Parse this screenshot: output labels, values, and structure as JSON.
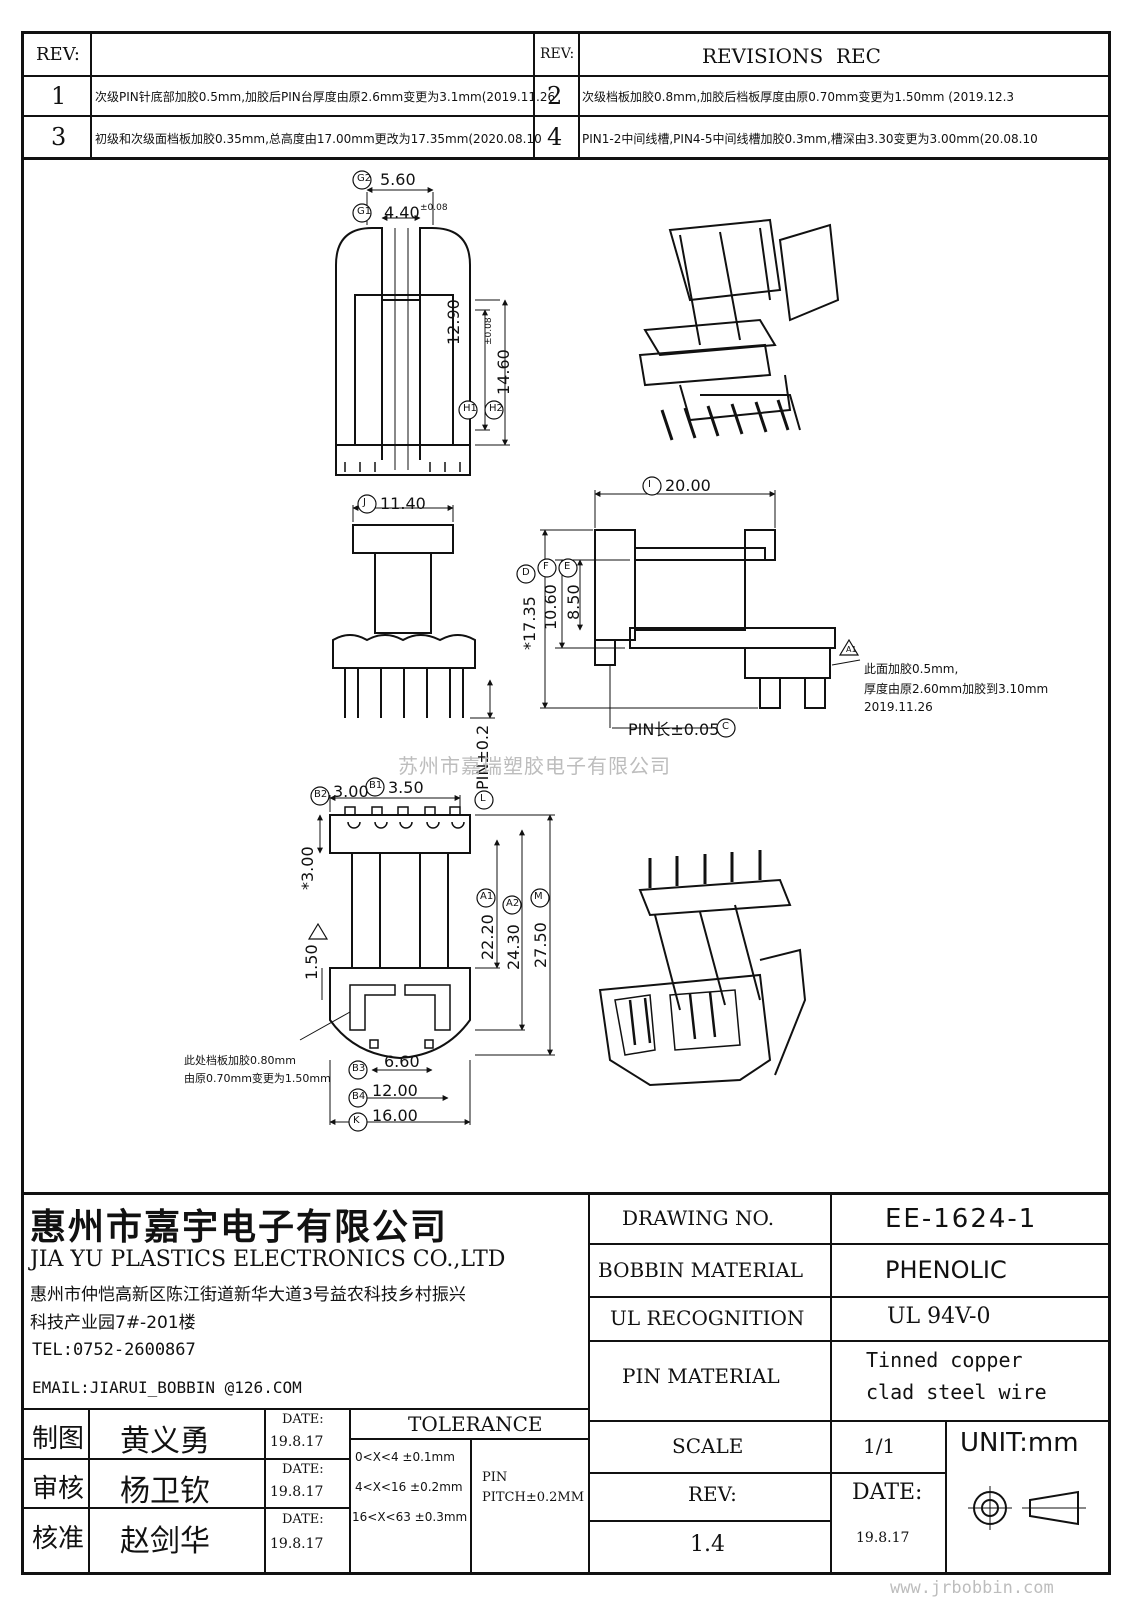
{
  "revisions": {
    "rev_label": "REV:",
    "rev_label2": "REV:",
    "header_title": "REVISIONS",
    "header_rec": "REC",
    "rows": [
      {
        "no": "1",
        "text": "次级PIN针底部加胶0.5mm,加胶后PIN台厚度由原2.6mm变更为3.1mm(2019.11.26"
      },
      {
        "no": "2",
        "text": "次级档板加胶0.8mm,加胶后档板厚度由原0.70mm变更为1.50mm (2019.12.3"
      },
      {
        "no": "3",
        "text": "初级和次级面档板加胶0.35mm,总高度由17.00mm更改为17.35mm(2020.08.10"
      },
      {
        "no": "4",
        "text": "PIN1-2中间线槽,PIN4-5中间线槽加胶0.3mm,槽深由3.30变更为3.00mm(20.08.10"
      }
    ]
  },
  "drawing": {
    "top_view": {
      "g2": "G2",
      "g2_value": "5.60",
      "g1": "G1",
      "g1_value": "4.40",
      "g1_tol": "±0.08",
      "h1": "H1",
      "h1_value": "12.90",
      "h1_tol": "±0.08",
      "h2": "H2",
      "h2_value": "14.60"
    },
    "front_view": {
      "j": "J",
      "j_value": "11.40",
      "pin_label": "PIN±0.2"
    },
    "side_view": {
      "i": "I",
      "i_value": "20.00",
      "d": "D",
      "d_value": "*17.35",
      "f": "F",
      "f_value": "10.60",
      "e": "E",
      "e_value": "8.50",
      "c": "C",
      "pin_len": "PIN长±0.05",
      "a1_flag": "A1",
      "note_line1": "此面加胶0.5mm,",
      "note_line2": "厚度由原2.60mm加胶到3.10mm",
      "note_date": "2019.11.26"
    },
    "bottom_view": {
      "b2": "B2",
      "b2_value": "3.00",
      "b1": "B1",
      "b1_value": "3.50",
      "l": "L",
      "side_3": "*3.00",
      "flag_150": "1.50",
      "a1": "A1",
      "a1_value": "22.20",
      "a2": "A2",
      "a2_value": "24.30",
      "m": "M",
      "m_value": "27.50",
      "b3": "B3",
      "b3_value": "6.60",
      "b4": "B4",
      "b4_value": "12.00",
      "k": "K",
      "k_value": "16.00",
      "note_line1": "此处档板加胶0.80mm",
      "note_line2": "由原0.70mm变更为1.50mm"
    },
    "watermark": "苏州市嘉瑞塑胶电子有限公司"
  },
  "title_block": {
    "company_cn": "惠州市嘉宇电子有限公司",
    "company_en": "JIA YU PLASTICS ELECTRONICS CO.,LTD",
    "address_line1": "惠州市仲恺高新区陈江街道新华大道3号益农科技乡村振兴",
    "address_line2": "科技产业园7#-201楼",
    "tel": "TEL:0752-2600867",
    "email": "EMAIL:JIARUI_BOBBIN @126.COM",
    "drawing_no_label": "DRAWING  NO.",
    "drawing_no": "EE-1624-1",
    "bobbin_material_label": "BOBBIN  MATERIAL",
    "bobbin_material": "PHENOLIC",
    "ul_label": "UL RECOGNITION",
    "ul_value": "UL 94V-0",
    "pin_material_label": "PIN MATERIAL",
    "pin_material_line1": "Tinned copper",
    "pin_material_line2": "clad steel wire",
    "scale_label": "SCALE",
    "scale_value": "1/1",
    "unit": "UNIT:mm",
    "rev_label": "REV:",
    "rev_value": "1.4",
    "date_label": "DATE:",
    "date_value": "19.8.17",
    "tolerance_title": "TOLERANCE",
    "tolerances": [
      "0<X<4  ±0.1mm",
      "4<X<16 ±0.2mm",
      "16<X<63 ±0.3mm"
    ],
    "pin_pitch_line1": "PIN",
    "pin_pitch_line2": "PITCH±0.2MM",
    "signoffs": [
      {
        "role": "制图",
        "name": "黄义勇",
        "date_label": "DATE:",
        "date": "19.8.17"
      },
      {
        "role": "审核",
        "name": "杨卫钦",
        "date_label": "DATE:",
        "date": "19.8.17"
      },
      {
        "role": "核准",
        "name": "赵剑华",
        "date_label": "DATE:",
        "date": "19.8.17"
      }
    ],
    "website": "www.jrbobbin.com"
  }
}
